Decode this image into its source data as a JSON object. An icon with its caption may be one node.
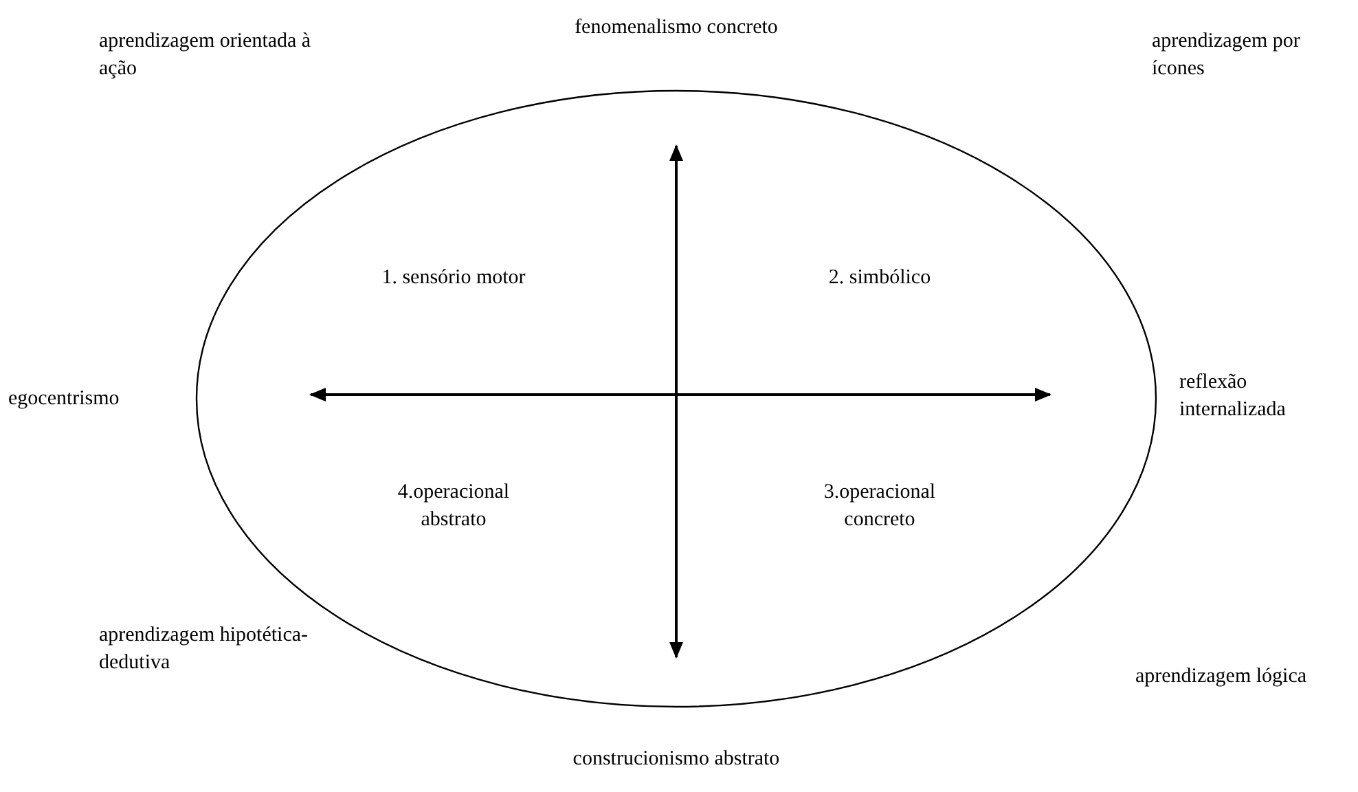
{
  "diagram": {
    "nodes": [
      {
        "text": [
          "1. sensório motor",
          "2. simbólico",
          "4.operacional abstrato",
          "3.operacional concreto"
        ]
      }
    ],
    "labels": [
      "aprendizagem orientada à ação",
      "fenomenalismo concreto",
      "aprendizagem por ícones",
      "egocentrismo",
      "reflexão internalizada",
      "aprendizagem hipotética-dedutiva",
      "aprendizagem lógica",
      "construcionismo abstrato"
    ]
  }
}
